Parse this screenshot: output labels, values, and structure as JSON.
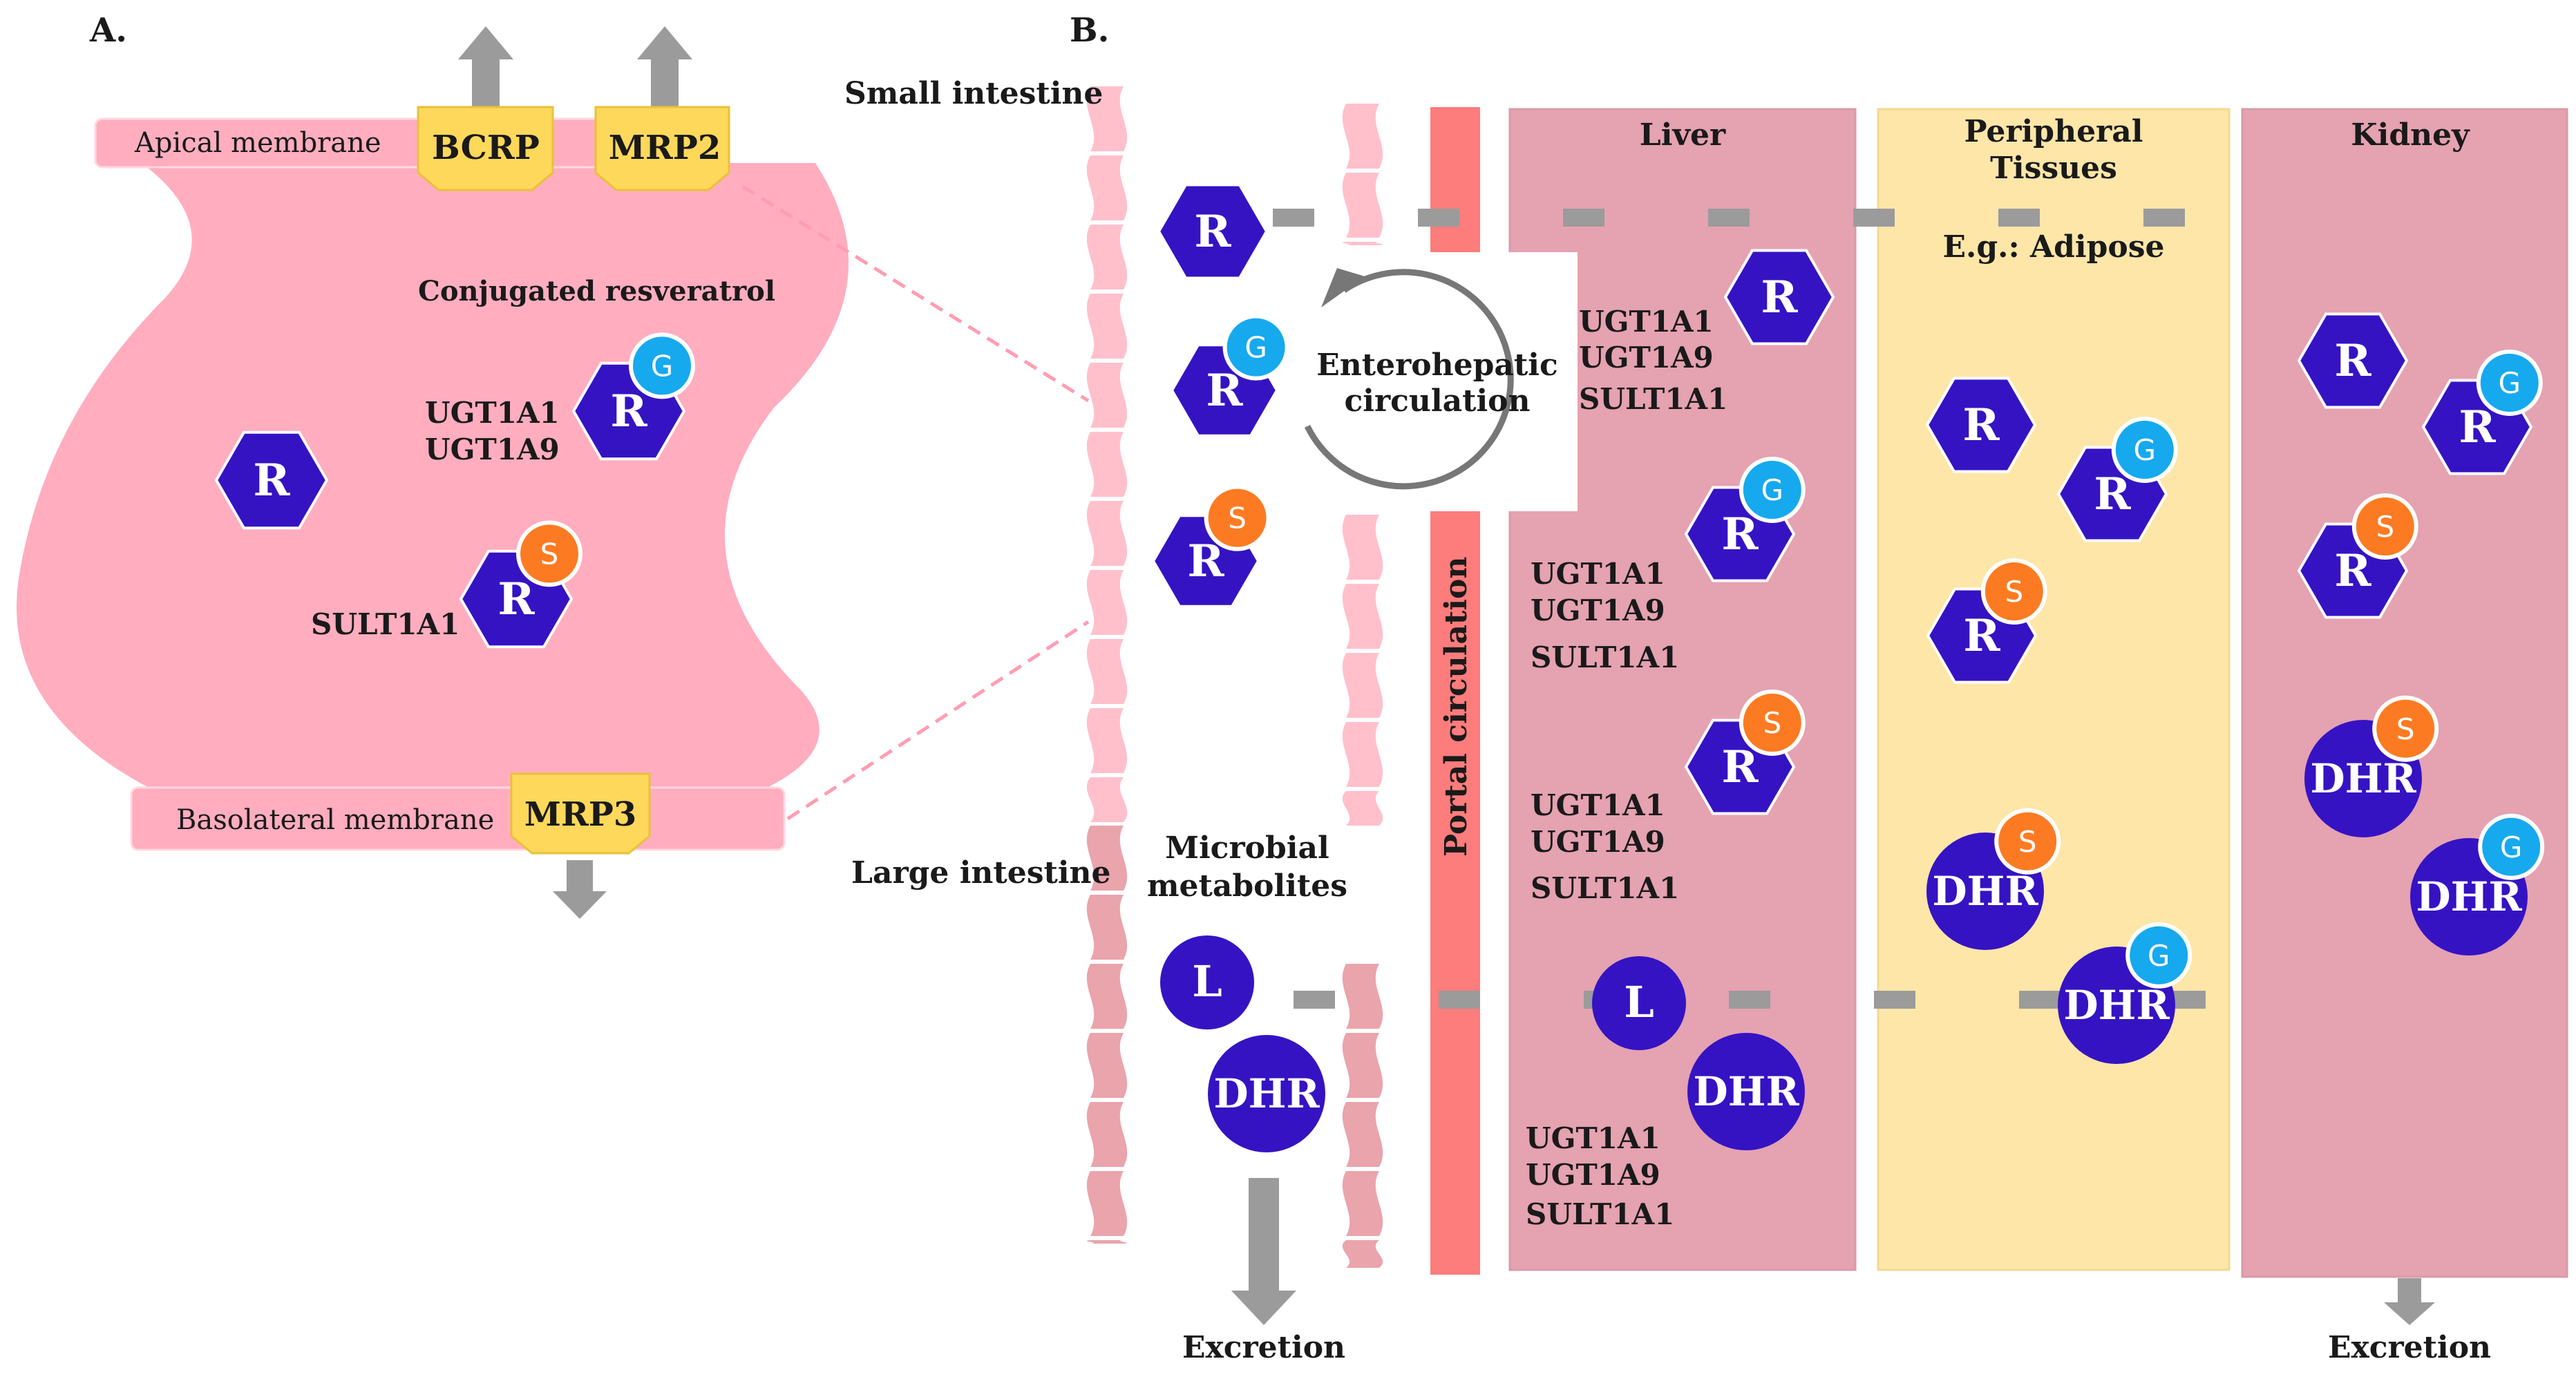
{
  "panel_a": {
    "label": "A.",
    "apical_membrane": "Apical membrane",
    "basolateral_membrane": "Basolateral membrane",
    "transporters": {
      "bcrp": "BCRP",
      "mrp2": "MRP2",
      "mrp3": "MRP3"
    },
    "conjugated_label": "Conjugated resveratrol",
    "enzymes_glucuronidation": [
      "UGT1A1",
      "UGT1A9"
    ],
    "enzyme_sulfation": "SULT1A1"
  },
  "panel_b": {
    "label": "B.",
    "small_intestine": "Small intestine",
    "large_intestine": "Large intestine",
    "microbial_metabolites": [
      "Microbial",
      "metabolites"
    ],
    "enterohepatic": [
      "Enterohepatic",
      "circulation"
    ],
    "portal_circulation": "Portal circulation",
    "liver": "Liver",
    "peripheral_tissues": [
      "Peripheral",
      "Tissues"
    ],
    "peripheral_example": "E.g.: Adipose",
    "kidney": "Kidney",
    "excretion_intestine": "Excretion",
    "excretion_kidney": "Excretion",
    "liver_enzymes": [
      "UGT1A1",
      "UGT1A9",
      "SULT1A1"
    ]
  },
  "molecules": {
    "resveratrol": "R",
    "dihydroresveratrol": "DHR",
    "lunularin": "L",
    "glucuronide_badge": "G",
    "sulfate_badge": "S"
  },
  "colors": {
    "cell_pink": "#ffadbf",
    "intestine_light": "#ffc0cc",
    "intestine_dark": "#eaa4ab",
    "portal": "#fd7c7c",
    "liver_kidney": "#e5a2b1",
    "peripheral": "#fde6a8",
    "transporter": "#fdd85a",
    "molecule": "#3513c3",
    "glucuronide": "#16a9ee",
    "sulfate": "#fc7b22",
    "arrow": "#9b9b9b"
  }
}
